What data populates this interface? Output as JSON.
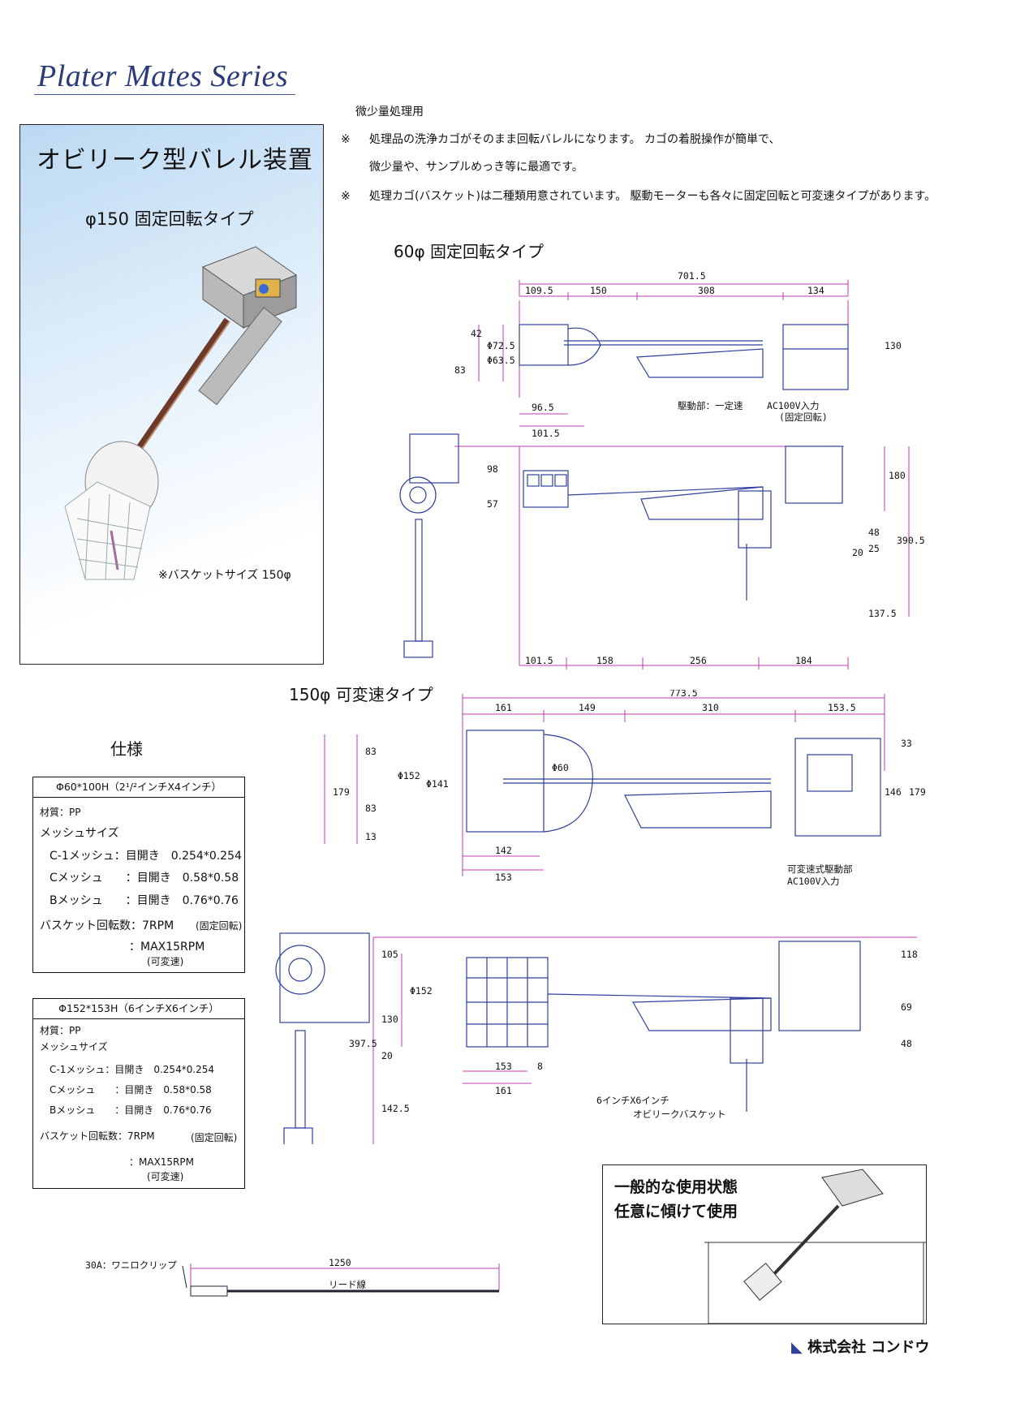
{
  "header": {
    "series": "Plater Mates Series"
  },
  "hero": {
    "title": "オビリーク型バレル装置",
    "subtitle": "φ150 固定回転タイプ",
    "note": "※バスケットサイズ 150φ"
  },
  "notes": {
    "purpose": "微少量処理用",
    "mark": "※",
    "line1": "処理品の洗浄カゴがそのまま回転バレルになります。 カゴの着脱操作が簡単で、",
    "line2": "微少量や、サンプルめっき等に最適です。",
    "line3": "処理カゴ(バスケット)は二種類用意されています。 駆動モーターも各々に固定回転と可変速タイプがあります。"
  },
  "drawing60": {
    "title": "60φ 固定回転タイプ",
    "overall": "701.5",
    "top_segments": [
      "109.5",
      "150",
      "308",
      "134"
    ],
    "left_dims": [
      "42",
      "83",
      "72.5",
      "63.5"
    ],
    "phi_marks": [
      "Φ72.5",
      "Φ63.5"
    ],
    "right_dim": "130",
    "bottom_dims": [
      "96.5",
      "101.5"
    ],
    "drive_label": "駆動部：一定速",
    "drive_power": "AC100V入力",
    "drive_mode": "(固定回転)",
    "side_left_dims": [
      "98",
      "57"
    ],
    "side_right_dims": [
      "180",
      "48",
      "20",
      "25",
      "390.5",
      "137.5"
    ],
    "side_bottom": [
      "101.5",
      "158",
      "256",
      "184"
    ]
  },
  "drawing150": {
    "title": "150φ 可変速タイプ",
    "overall": "773.5",
    "top_segments": [
      "161",
      "149",
      "310",
      "153.5"
    ],
    "left_dims": [
      "179",
      "83",
      "83",
      "13"
    ],
    "phi_marks": [
      "Φ152",
      "Φ141",
      "Φ60"
    ],
    "right_dims": [
      "33",
      "146",
      "179"
    ],
    "bottom_dims": [
      "142",
      "153"
    ],
    "drive_label": "可変速式駆動部",
    "drive_power": "AC100V入力",
    "side_left_dims": [
      "105",
      "Φ152",
      "130",
      "20",
      "397.5",
      "142.5"
    ],
    "side_right_dims": [
      "118",
      "69",
      "48"
    ],
    "side_bottom": [
      "153",
      "8",
      "161"
    ],
    "basket_label1": "6インチX6インチ",
    "basket_label2": "オビリークバスケット"
  },
  "spec": {
    "title": "仕様",
    "box1": {
      "head": "Φ60*100H（2¹/²インチX4インチ）",
      "material": "材質：PP",
      "mesh_title": "メッシュサイズ",
      "c1": "C-1メッシュ：目開き　0.254*0.254",
      "c": "Cメッシュ　　：目開き　0.58*0.58",
      "b": "Bメッシュ　　：目開き　0.76*0.76",
      "rpm": "バスケット回転数：7RPM",
      "rpm_fixed": "(固定回転)",
      "rpm_max": "：MAX15RPM",
      "rpm_var": "(可変速)"
    },
    "box2": {
      "head": "Φ152*153H（6インチX6インチ）",
      "material": "材質：PP",
      "mesh_title": "メッシュサイズ",
      "c1": "C-1メッシュ：目開き　0.254*0.254",
      "c": "Cメッシュ　　：目開き　0.58*0.58",
      "b": "Bメッシュ　　：目開き　0.76*0.76",
      "rpm": "バスケット回転数：7RPM",
      "rpm_fixed": "(固定回転)",
      "rpm_max": "：MAX15RPM",
      "rpm_var": "(可変速)"
    }
  },
  "lead": {
    "clip": "30A：ワニロクリップ",
    "length": "1250",
    "wire": "リード線"
  },
  "usage": {
    "line1": "一般的な使用状態",
    "line2": "任意に傾けて使用"
  },
  "footer": {
    "company": "株式会社 コンドウ"
  },
  "colors": {
    "dim_line": "#c23bb0",
    "frame": "#2e3f9e",
    "title_blue": "#2b3a78"
  }
}
